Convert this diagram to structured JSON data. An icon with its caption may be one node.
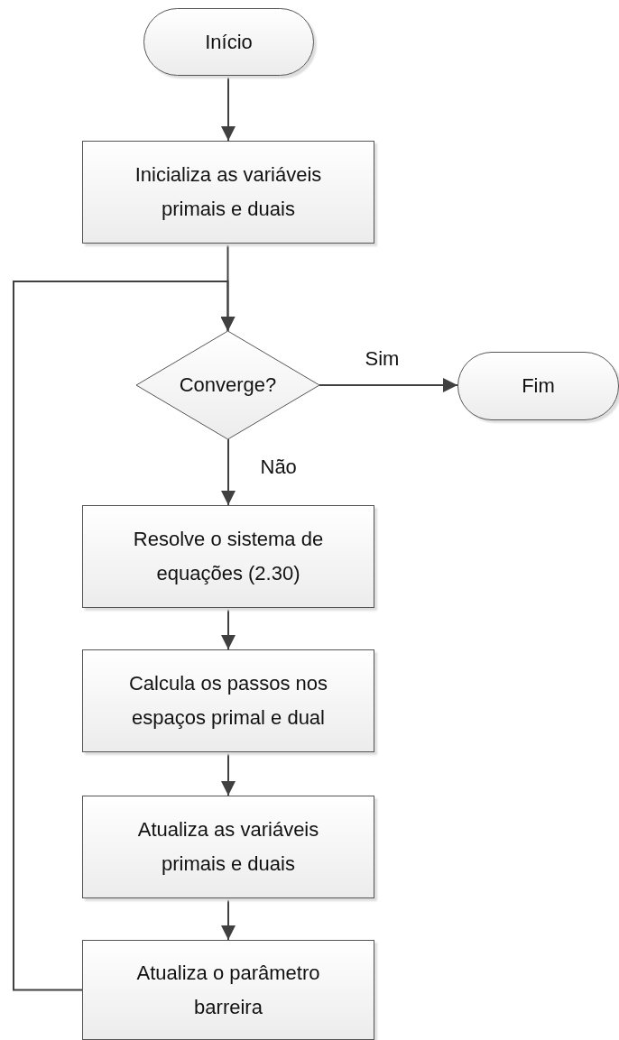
{
  "diagram": {
    "nodes": [
      {
        "text": [
          "Início"
        ]
      },
      {
        "text": [
          "Inicializa as variáveis primais e duais"
        ]
      },
      {
        "text": [
          "Converge?"
        ]
      },
      {
        "text": [
          "Fim"
        ]
      },
      {
        "text": [
          "Resolve o sistema de equações (2.30)"
        ]
      },
      {
        "text": [
          "Calcula os passos nos espaços primal e dual"
        ]
      },
      {
        "text": [
          "Atualiza as variáveis primais e duais"
        ]
      },
      {
        "text": [
          "Atualiza o parâmetro barreira"
        ]
      }
    ],
    "edges": [
      {
        "from": 0,
        "to": 1,
        "arrow": "to"
      },
      {
        "from": 1,
        "to": 2,
        "arrow": "to"
      },
      {
        "from": 2,
        "to": 3,
        "arrow": "to",
        "label": "Sim"
      },
      {
        "from": 2,
        "to": 4,
        "arrow": "to",
        "label": "Não"
      },
      {
        "from": 4,
        "to": 5,
        "arrow": "to"
      },
      {
        "from": 5,
        "to": 6,
        "arrow": "to"
      },
      {
        "from": 6,
        "to": 7,
        "arrow": "to"
      },
      {
        "from": 7,
        "to": 2,
        "arrow": "to"
      }
    ]
  }
}
